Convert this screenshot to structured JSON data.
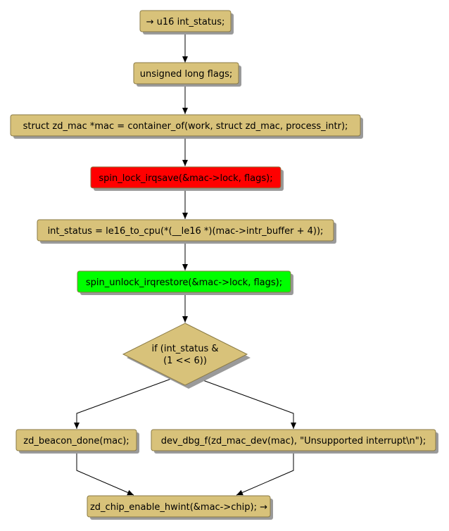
{
  "diagram": {
    "type": "flowchart",
    "colors": {
      "default_fill": "#d8c27a",
      "locked_fill": "#ff0000",
      "unlocked_fill": "#00ff00",
      "border": "#8a7a45",
      "shadow": "#9a9a9a",
      "edge": "#000000"
    },
    "nodes": {
      "entry": {
        "label": "→ u16 int_status;",
        "fill": "default"
      },
      "flags_decl": {
        "label": "unsigned long flags;",
        "fill": "default"
      },
      "mac_decl": {
        "label": "struct zd_mac *mac = container_of(work, struct zd_mac, process_intr);",
        "fill": "default"
      },
      "lock": {
        "label": "spin_lock_irqsave(&mac->lock, flags);",
        "fill": "locked"
      },
      "read_status": {
        "label": "int_status = le16_to_cpu(*(__le16 *)(mac->intr_buffer + 4));",
        "fill": "default"
      },
      "unlock": {
        "label": "spin_unlock_irqrestore(&mac->lock, flags);",
        "fill": "unlocked"
      },
      "condition": {
        "line1": "if (int_status &",
        "line2": "(1 << 6))",
        "fill": "default"
      },
      "beacon_done": {
        "label": "zd_beacon_done(mac);",
        "fill": "default"
      },
      "debug_msg": {
        "label": "dev_dbg_f(zd_mac_dev(mac), \"Unsupported interrupt\\n\");",
        "fill": "default"
      },
      "enable_hwint": {
        "label": "zd_chip_enable_hwint(&mac->chip); →",
        "fill": "default"
      }
    }
  }
}
